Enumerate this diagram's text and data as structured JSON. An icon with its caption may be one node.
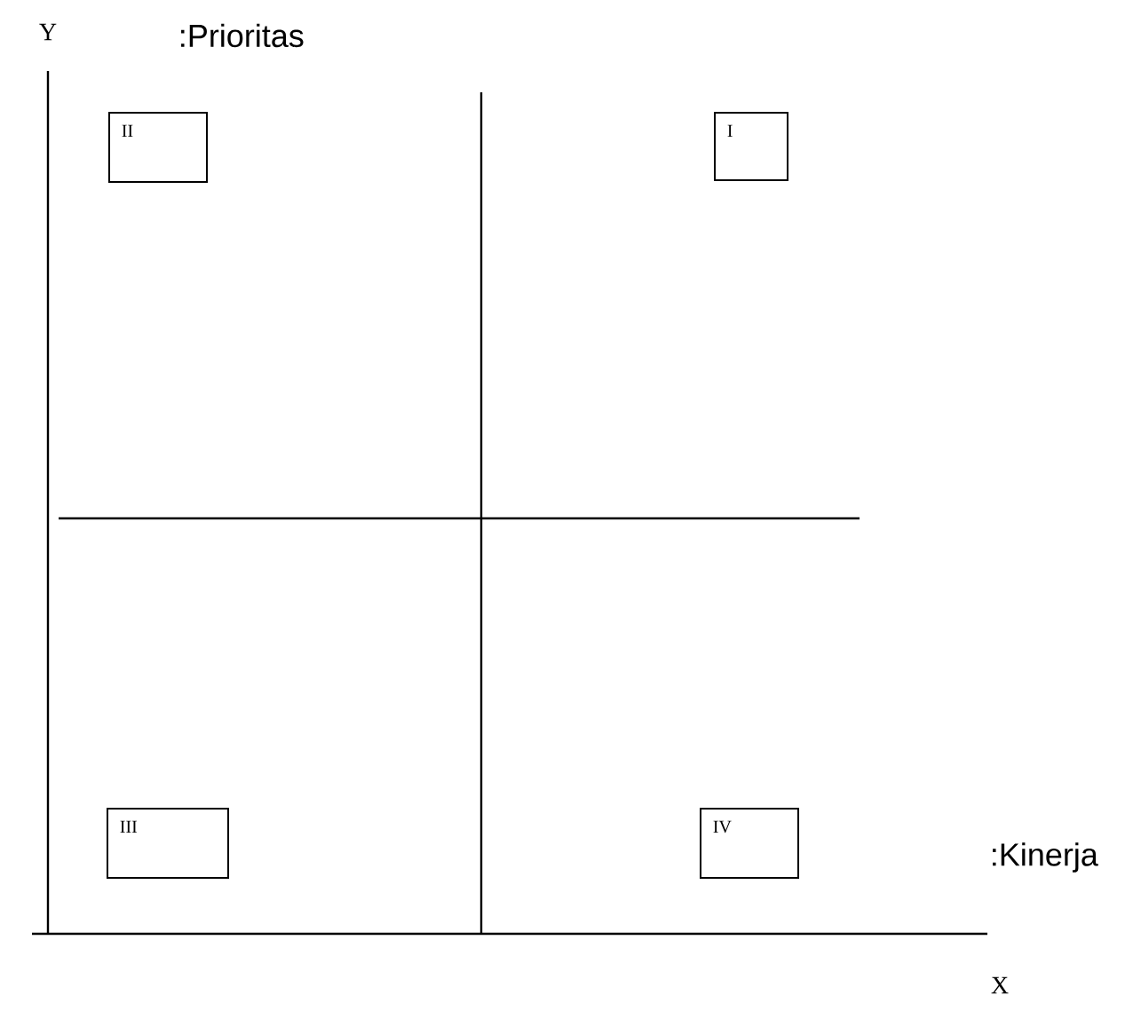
{
  "diagram": {
    "nodes": [
      {
        "text": [
          "II"
        ]
      },
      {
        "text": [
          "I"
        ]
      },
      {
        "text": [
          "III"
        ]
      },
      {
        "text": [
          "IV"
        ]
      }
    ],
    "labels": [
      "Y",
      ":Prioritas",
      ":Kinerja",
      "X"
    ]
  }
}
